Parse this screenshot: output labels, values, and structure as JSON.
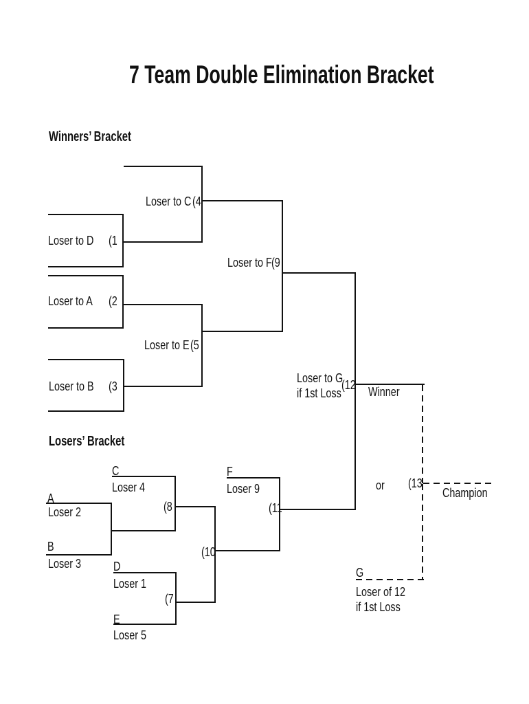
{
  "title": "7 Team Double Elimination Bracket",
  "winners": {
    "heading": "Winners’ Bracket",
    "m1": {
      "label": "Loser to D",
      "num": "(1"
    },
    "m2": {
      "label": "Loser to A",
      "num": "(2"
    },
    "m3": {
      "label": "Loser to B",
      "num": "(3"
    },
    "m4": {
      "label": "Loser to C",
      "num": "(4"
    },
    "m5": {
      "label": "Loser to E",
      "num": "(5"
    },
    "m9": {
      "label": "Loser to F",
      "num": "(9"
    },
    "m12": {
      "label_line1": "Loser to G",
      "label_line2": "if 1st Loss",
      "num": "(12"
    },
    "winner_label": "Winner"
  },
  "losers": {
    "heading": "Losers’ Bracket",
    "slot_c": {
      "letter": "C",
      "team": "Loser 4"
    },
    "slot_a": {
      "letter": "A",
      "team": "Loser 2"
    },
    "slot_b": {
      "letter": "B",
      "team": "Loser 3"
    },
    "slot_d": {
      "letter": "D",
      "team": "Loser 1"
    },
    "slot_e": {
      "letter": "E",
      "team": "Loser 5"
    },
    "slot_f": {
      "letter": "F",
      "team": "Loser 9"
    },
    "m7_num": "(7",
    "m8_num": "(8",
    "m10_num": "(10",
    "m11_num": "(11"
  },
  "final": {
    "or_label": "or",
    "num": "(13",
    "champion_label": "Champion",
    "g_letter": "G",
    "g_line1": "Loser of 12",
    "g_line2": "if 1st Loss"
  },
  "colors": {
    "ink": "#111111",
    "background": "#ffffff"
  }
}
